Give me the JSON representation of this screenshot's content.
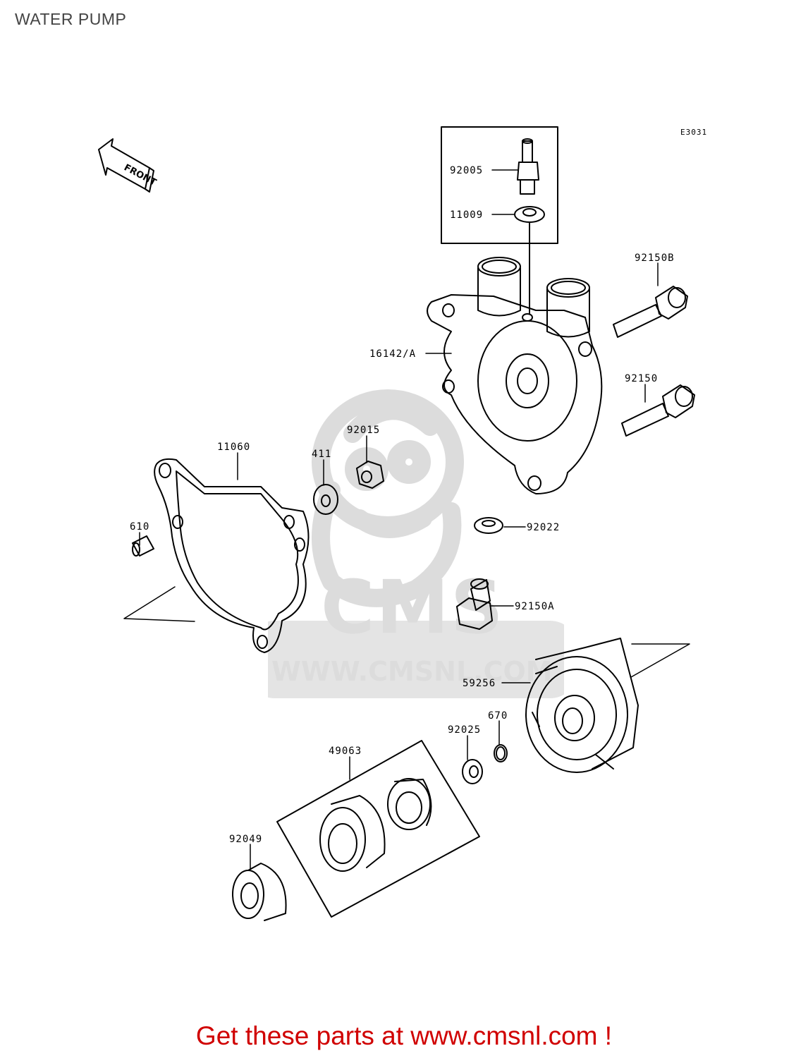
{
  "page_title": "WATER PUMP",
  "diagram_code": "E3031",
  "front_label": "FRONT",
  "watermark": {
    "brand": "CMS",
    "url": "WWW.CMSNL.COM"
  },
  "footer": {
    "text": "Get these parts at www.cmsnl.com !"
  },
  "part_labels": {
    "p92005": "92005",
    "p11009": "11009",
    "p92150B": "92150B",
    "p16142A": "16142/A",
    "p92150": "92150",
    "p92015": "92015",
    "p411": "411",
    "p11060": "11060",
    "p610": "610",
    "p92022": "92022",
    "p92150A": "92150A",
    "p59256": "59256",
    "p670": "670",
    "p92025": "92025",
    "p49063": "49063",
    "p92049": "92049"
  },
  "colors": {
    "footer": "#d00000",
    "title": "#444444",
    "watermark": "#dcdcdc",
    "line": "#000000"
  }
}
